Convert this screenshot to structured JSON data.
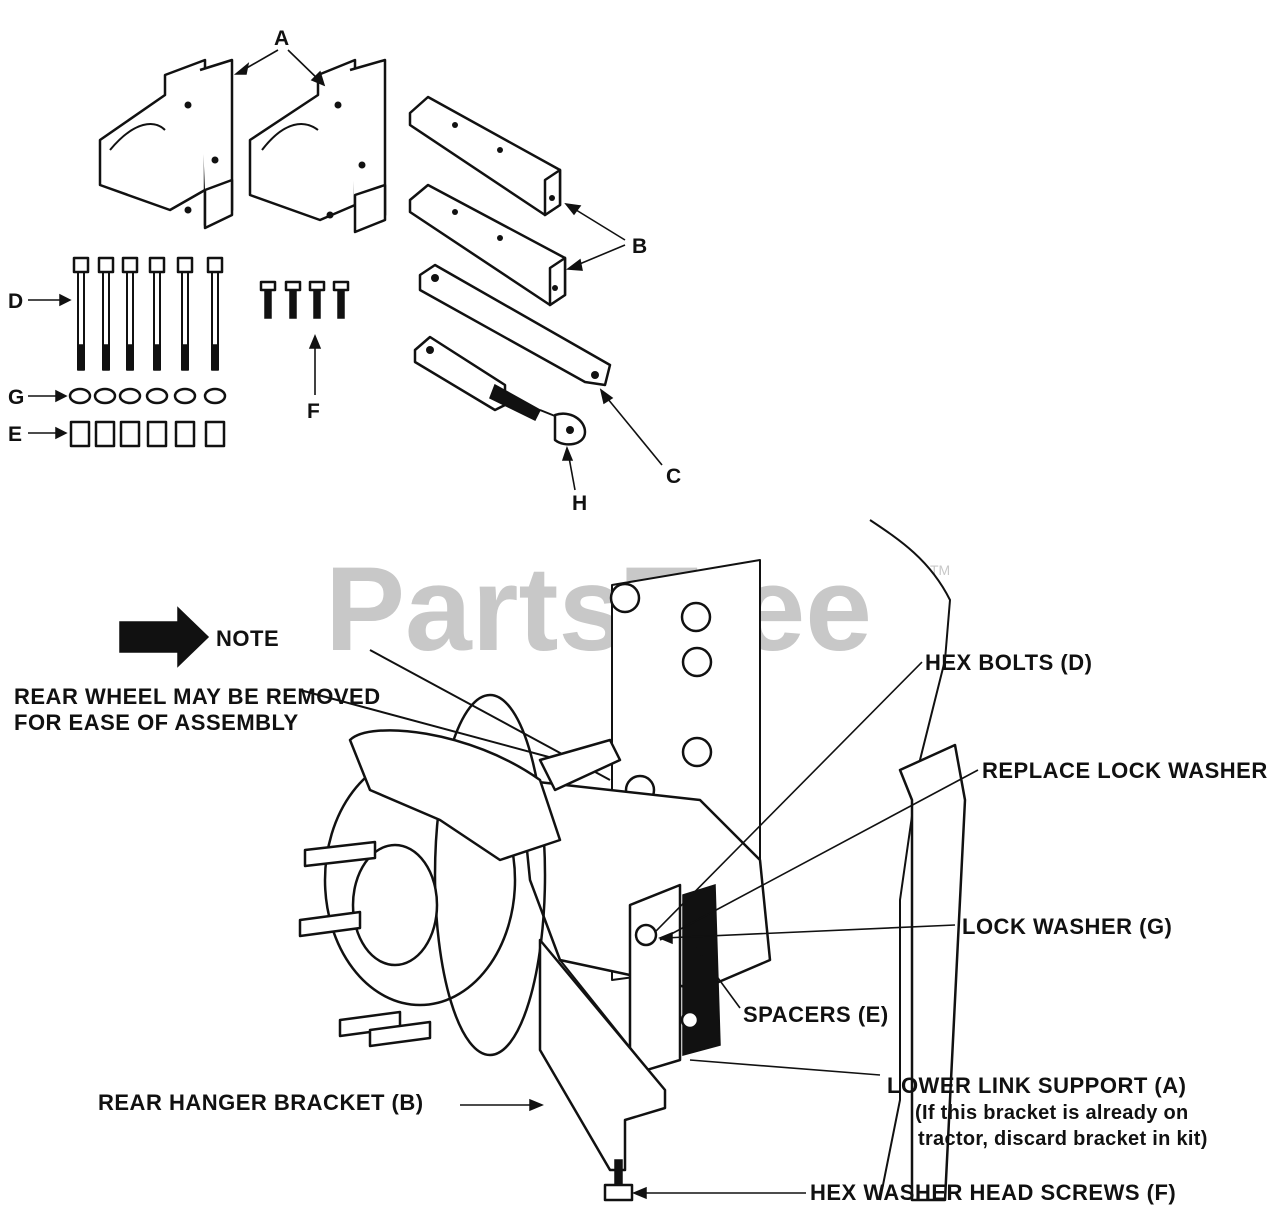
{
  "watermark": {
    "text": "PartsTree",
    "tm": "TM"
  },
  "kit_labels": {
    "A": "A",
    "B": "B",
    "C": "C",
    "D": "D",
    "E": "E",
    "F": "F",
    "G": "G",
    "H": "H"
  },
  "note": {
    "label": "NOTE",
    "line1": "REAR WHEEL MAY BE REMOVED",
    "line2": "FOR EASE OF ASSEMBLY"
  },
  "callouts": {
    "hex_bolts": "HEX BOLTS (D)",
    "replace_lock_washer": "REPLACE LOCK WASHER",
    "lock_washer": "LOCK WASHER (G)",
    "spacers": "SPACERS (E)",
    "lower_link_support": "LOWER LINK SUPPORT (A)",
    "lower_link_note1": "(If this bracket is already on",
    "lower_link_note2": "tractor, discard bracket in kit)",
    "rear_hanger_bracket": "REAR HANGER BRACKET (B)",
    "hex_washer_head_screws": "HEX WASHER HEAD SCREWS (F)"
  },
  "icons": [
    "right-arrow-icon"
  ]
}
